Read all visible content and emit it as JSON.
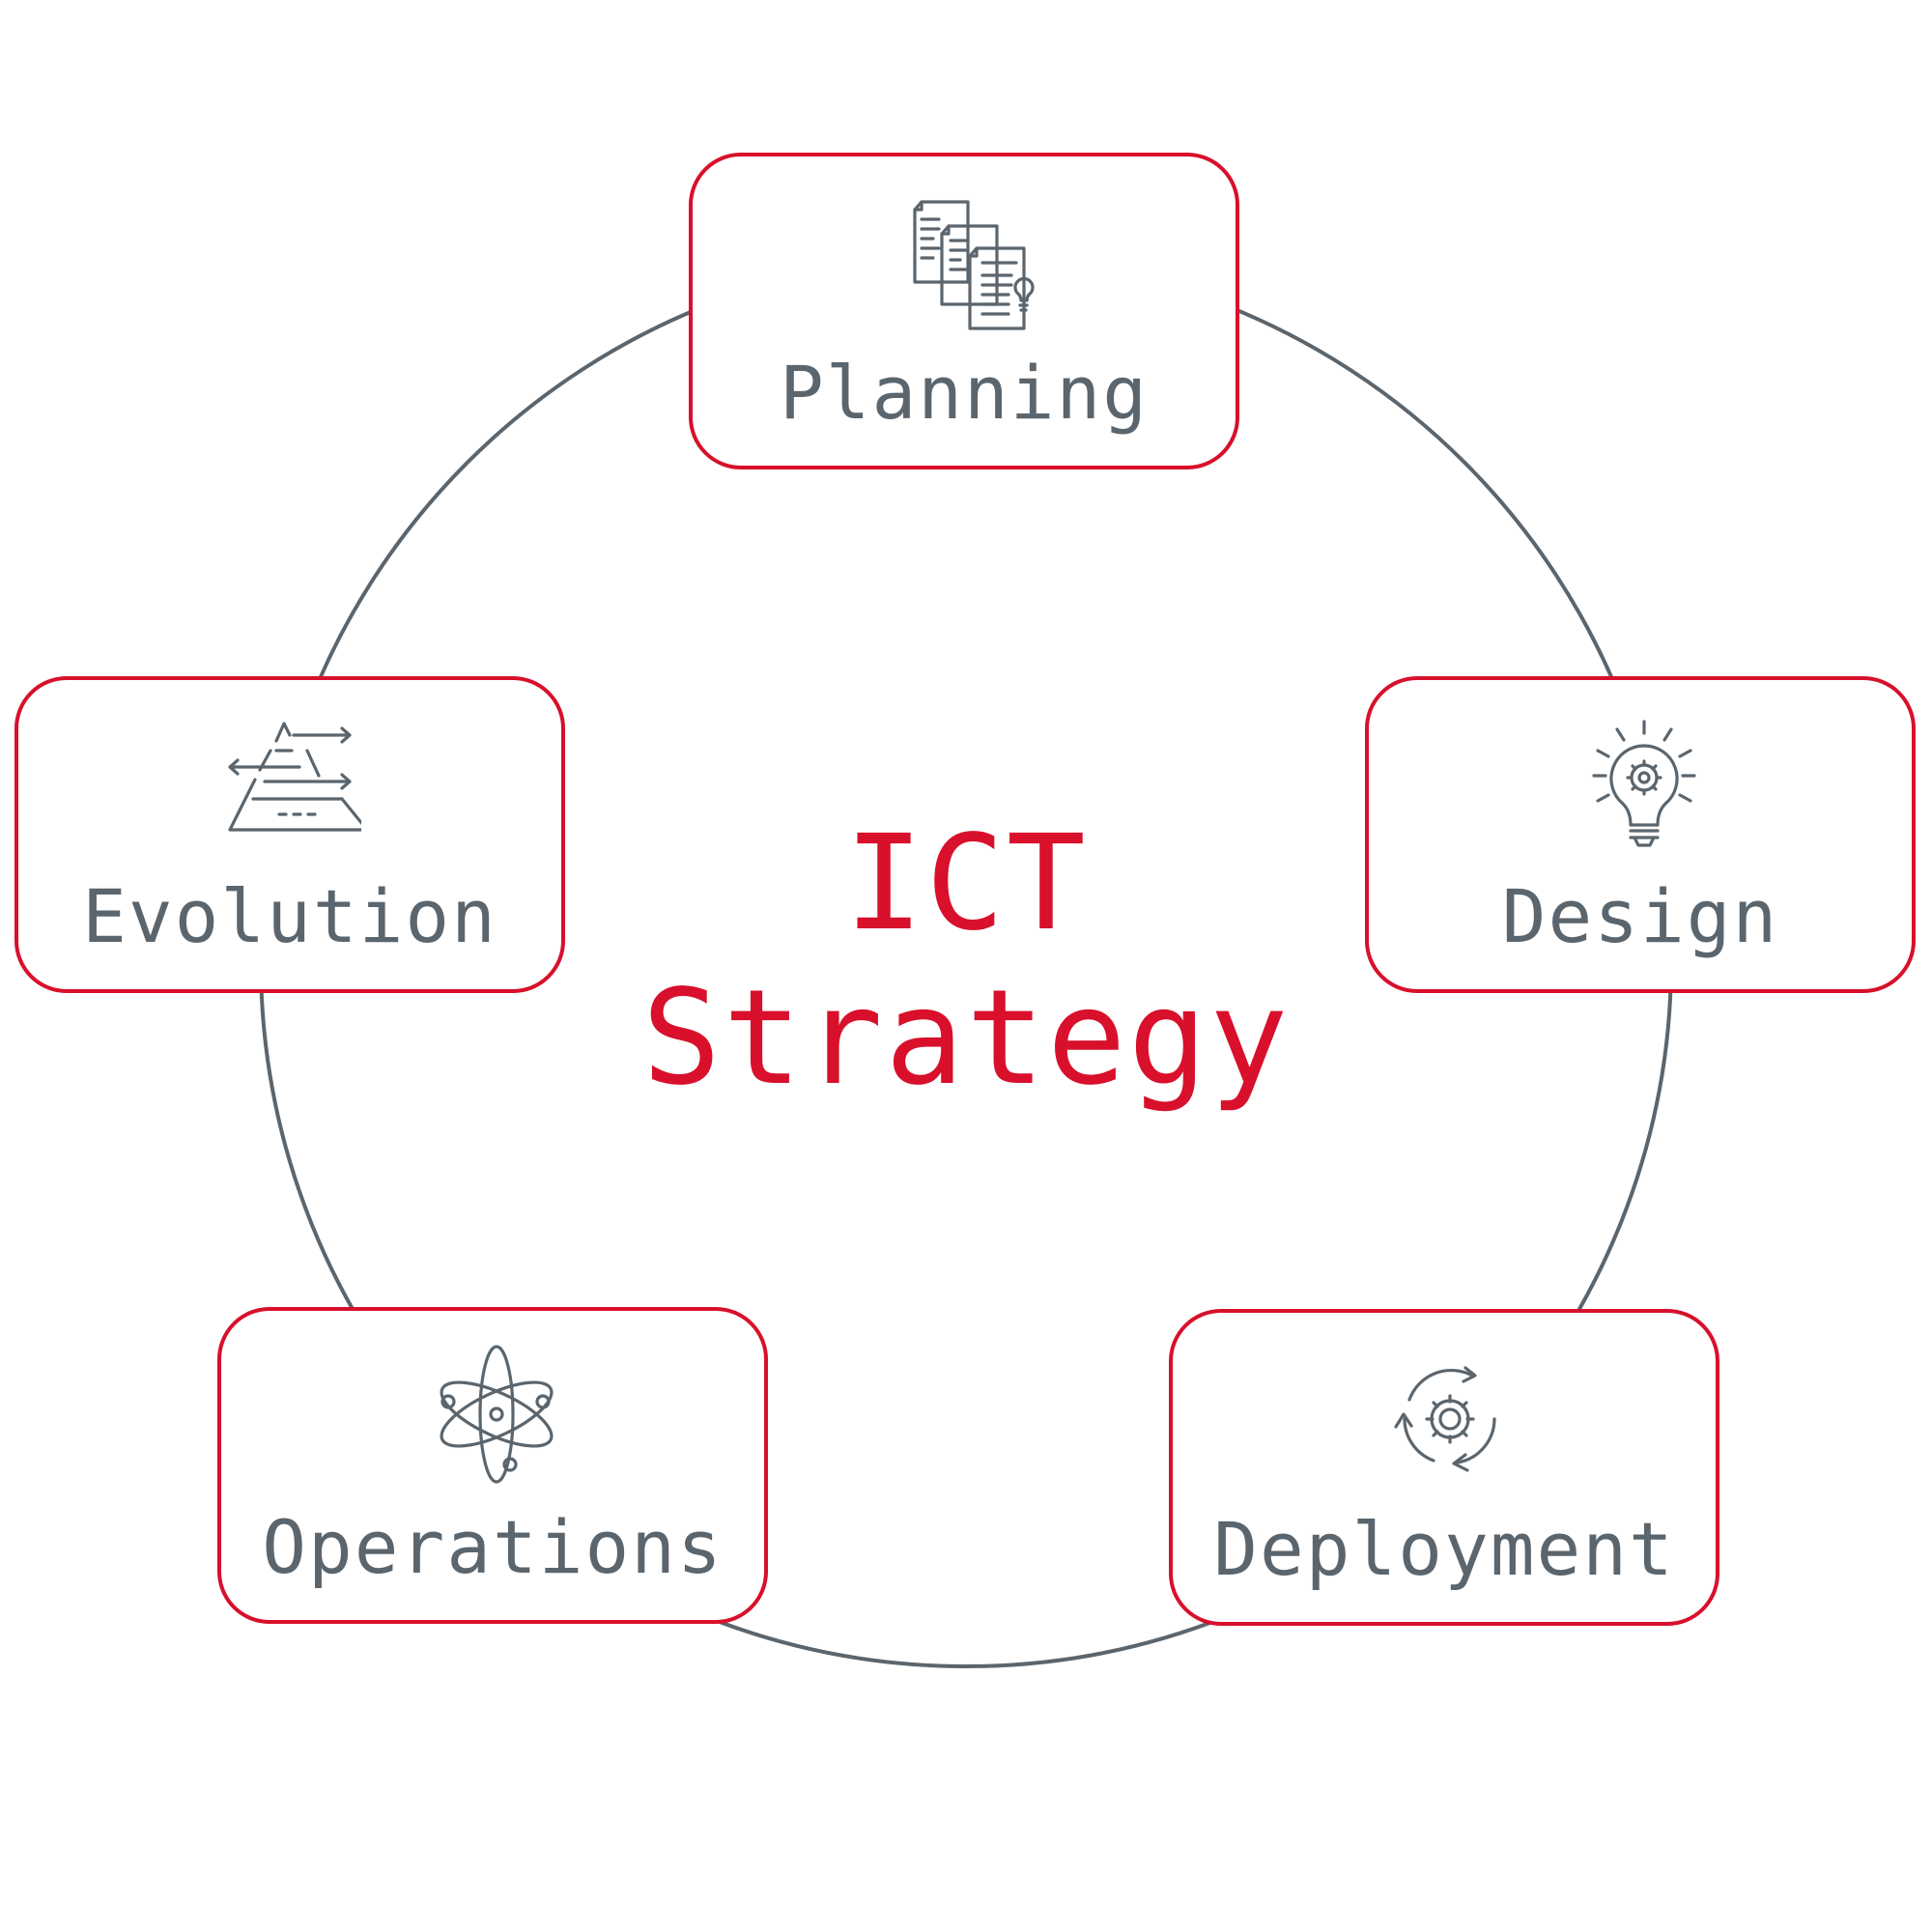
{
  "center": {
    "line1": "ICT",
    "line2": "Strategy"
  },
  "stages": {
    "planning": "Planning",
    "design": "Design",
    "deployment": "Deployment",
    "operations": "Operations",
    "evolution": "Evolution"
  },
  "colors": {
    "accent": "#d8102b",
    "neutral": "#5b656d"
  },
  "icons": {
    "planning": "documents-lightbulb-icon",
    "design": "lightbulb-gear-icon",
    "deployment": "gear-cycle-icon",
    "operations": "atom-icon",
    "evolution": "pyramid-arrows-icon"
  }
}
